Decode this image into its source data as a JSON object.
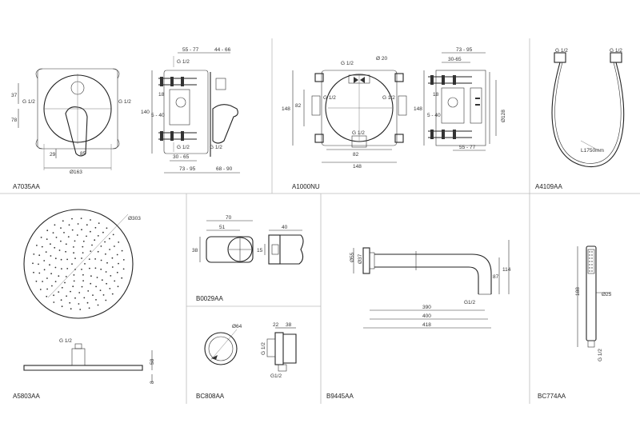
{
  "panels": {
    "p1": {
      "code": "A7035AA",
      "dims": {
        "d55_77": "55 - 77",
        "d44_66": "44 - 66",
        "g1": "G 1/2",
        "g2": "G 1/2",
        "g3": "G 1/2",
        "g4": "G 1/2",
        "g5": "G 1/2",
        "d37": "37",
        "d78": "78",
        "d29": "29",
        "d85": "85",
        "d163": "Ø163",
        "d140": "140",
        "d18": "18",
        "d5_40": "5 - 40",
        "d30_65": "30 - 65",
        "d73_95": "73 - 95",
        "d68_90": "68 - 90"
      }
    },
    "p2": {
      "code": "A1000NU",
      "dims": {
        "g1": "G 1/2",
        "g2": "G 1/2",
        "g3": "G 1/2",
        "g4": "G 1/2",
        "d20": "Ø 20",
        "d148a": "148",
        "d82a": "82",
        "d82b": "82",
        "d148b": "148",
        "d148c": "148",
        "d73_95": "73 - 95",
        "d30_65": "30-65",
        "d18": "18",
        "d5_40": "5 - 40",
        "d55_77": "55 - 77",
        "d128": "Ø128"
      }
    },
    "p3": {
      "code": "A4109AA",
      "dims": {
        "g1": "G 1/2",
        "g2": "G 1/2",
        "len": "L1750mm"
      }
    },
    "p4": {
      "code": "A5803AA",
      "dims": {
        "d303": "Ø303",
        "g1": "G 1/2",
        "d58": "58",
        "d8": "8"
      }
    },
    "p5": {
      "code": "B0029AA",
      "dims": {
        "d70": "70",
        "d51": "51",
        "d38": "38",
        "d40": "40",
        "d15": "15"
      }
    },
    "p6": {
      "code": "BC808AA",
      "dims": {
        "d64": "Ø64",
        "d22": "22",
        "d38": "38",
        "g1": "G 1/2",
        "g2": "G1/2"
      }
    },
    "p7": {
      "code": "B9445AA",
      "dims": {
        "d55": "Ø55",
        "d37": "Ø37",
        "d87": "87",
        "d114": "114",
        "g1": "G1/2",
        "d390": "390",
        "d400": "400",
        "d418": "418"
      }
    },
    "p8": {
      "code": "BC774AA",
      "dims": {
        "d188": "188",
        "d25": "Ø25",
        "g1": "G 1/2"
      }
    }
  },
  "colors": {
    "line": "#333333",
    "grid": "#bbbbbb"
  }
}
